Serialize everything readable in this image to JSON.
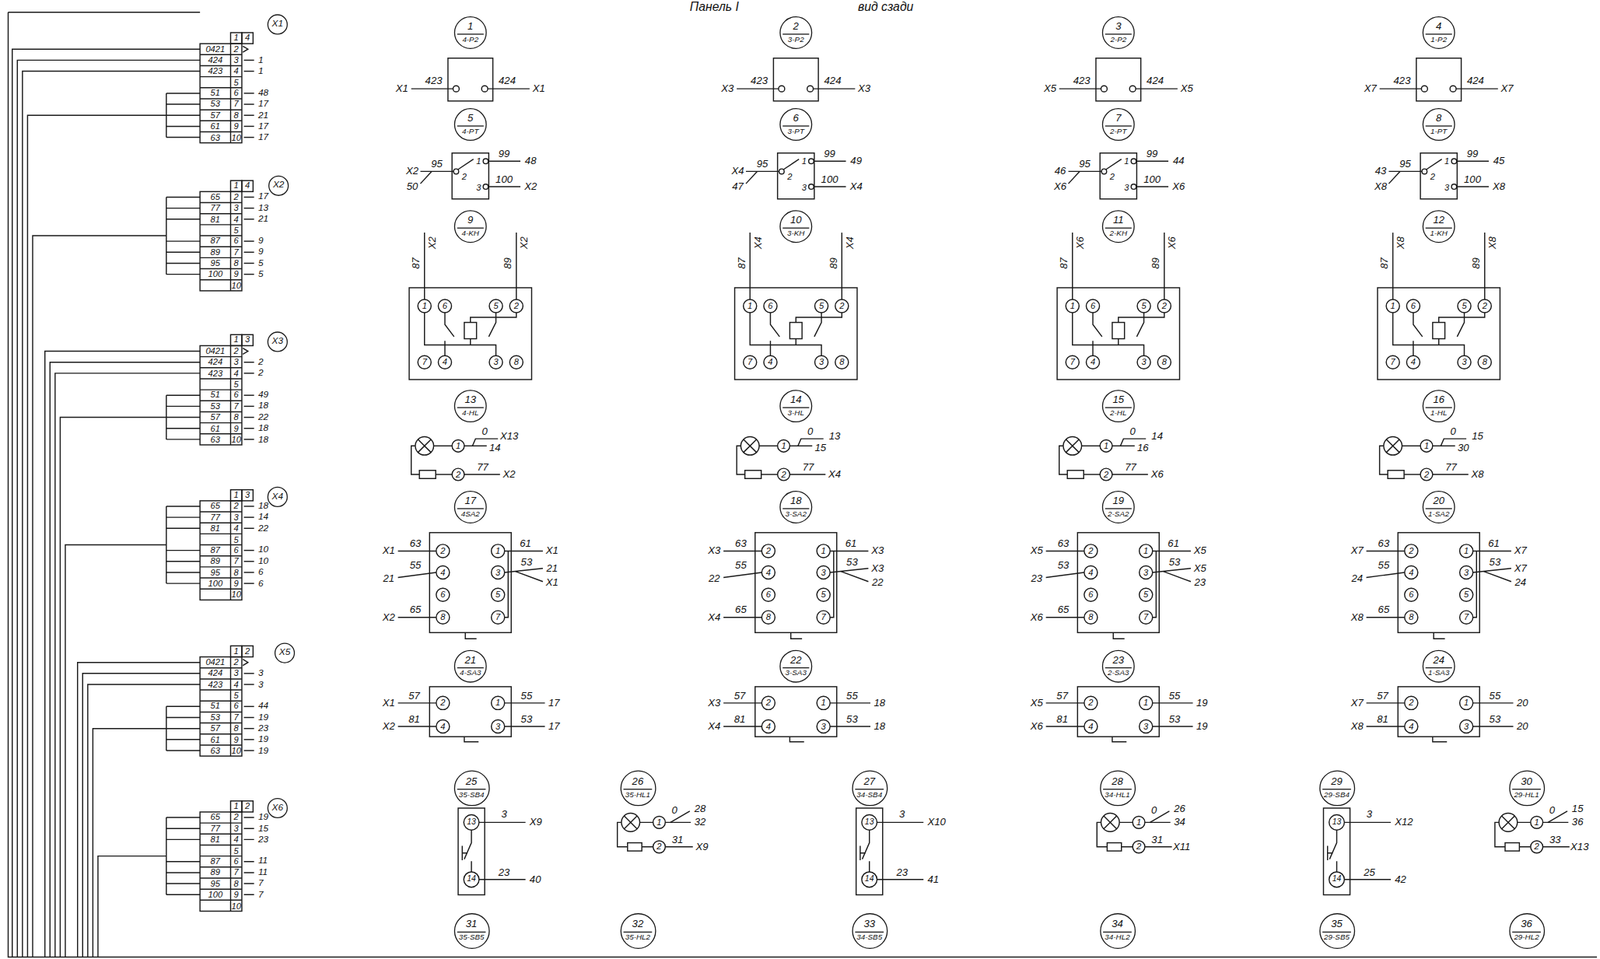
{
  "diagram": {
    "nodes": [
      {
        "text": [
          "X1"
        ]
      },
      {
        "text": [
          "X2"
        ]
      },
      {
        "text": [
          "X3"
        ]
      },
      {
        "text": [
          "X4"
        ]
      },
      {
        "text": [
          "X5"
        ]
      },
      {
        "text": [
          "X6"
        ]
      },
      {
        "text": [
          "1",
          "4-P2"
        ]
      },
      {
        "text": [
          "2",
          "3-P2"
        ]
      },
      {
        "text": [
          "3",
          "2-P2"
        ]
      },
      {
        "text": [
          "4",
          "1-P2"
        ]
      },
      {
        "text": [
          "5",
          "4-PT"
        ]
      },
      {
        "text": [
          "6",
          "3-PT"
        ]
      },
      {
        "text": [
          "7",
          "2-PT"
        ]
      },
      {
        "text": [
          "8",
          "1-PT"
        ]
      },
      {
        "text": [
          "9",
          "4-KH"
        ]
      },
      {
        "text": [
          "10",
          "3-KH"
        ]
      },
      {
        "text": [
          "11",
          "2-KH"
        ]
      },
      {
        "text": [
          "12",
          "1-KH"
        ]
      },
      {
        "text": [
          "13",
          "4-HL"
        ]
      },
      {
        "text": [
          "14",
          "3-HL"
        ]
      },
      {
        "text": [
          "15",
          "2-HL"
        ]
      },
      {
        "text": [
          "16",
          "1-HL"
        ]
      },
      {
        "text": [
          "17",
          "4SA2"
        ]
      },
      {
        "text": [
          "18",
          "3-SA2"
        ]
      },
      {
        "text": [
          "19",
          "2-SA2"
        ]
      },
      {
        "text": [
          "20",
          "1-SA2"
        ]
      },
      {
        "text": [
          "21",
          "4-SA3"
        ]
      },
      {
        "text": [
          "22",
          "3-SA3"
        ]
      },
      {
        "text": [
          "23",
          "2-SA3"
        ]
      },
      {
        "text": [
          "24",
          "1-SA3"
        ]
      },
      {
        "text": [
          "25",
          "35-SB4"
        ]
      },
      {
        "text": [
          "26",
          "35-HL1"
        ]
      },
      {
        "text": [
          "27",
          "34-SB4"
        ]
      },
      {
        "text": [
          "28",
          "34-HL1"
        ]
      },
      {
        "text": [
          "29",
          "29-SB4"
        ]
      },
      {
        "text": [
          "30",
          "29-HL1"
        ]
      },
      {
        "text": [
          "31",
          "35-SB5"
        ]
      },
      {
        "text": [
          "32",
          "35-HL2"
        ]
      },
      {
        "text": [
          "33",
          "34-SB5"
        ]
      },
      {
        "text": [
          "34",
          "34-HL2"
        ]
      },
      {
        "text": [
          "35",
          "29-SB5"
        ]
      },
      {
        "text": [
          "36",
          "29-HL2"
        ]
      }
    ],
    "labels": [
      "Панель I",
      "вид сзади",
      "1",
      "4",
      "0421",
      "2",
      "424",
      "3",
      "1",
      "423",
      "4",
      "1",
      "5",
      "51",
      "6",
      "48",
      "53",
      "7",
      "17",
      "57",
      "8",
      "21",
      "61",
      "9",
      "17",
      "63",
      "10",
      "17",
      "1",
      "4",
      "65",
      "2",
      "17",
      "77",
      "3",
      "13",
      "81",
      "4",
      "21",
      "5",
      "87",
      "6",
      "9",
      "89",
      "7",
      "9",
      "95",
      "8",
      "5",
      "100",
      "9",
      "5",
      "10",
      "1",
      "3",
      "0421",
      "2",
      "424",
      "3",
      "2",
      "423",
      "4",
      "2",
      "5",
      "51",
      "6",
      "49",
      "53",
      "7",
      "18",
      "57",
      "8",
      "22",
      "61",
      "9",
      "18",
      "63",
      "10",
      "18",
      "1",
      "3",
      "65",
      "2",
      "18",
      "77",
      "3",
      "14",
      "81",
      "4",
      "22",
      "5",
      "87",
      "6",
      "10",
      "89",
      "7",
      "10",
      "95",
      "8",
      "6",
      "100",
      "9",
      "6",
      "10",
      "1",
      "2",
      "0421",
      "2",
      "424",
      "3",
      "3",
      "423",
      "4",
      "3",
      "5",
      "51",
      "6",
      "44",
      "53",
      "7",
      "19",
      "57",
      "8",
      "23",
      "61",
      "9",
      "19",
      "63",
      "10",
      "19",
      "1",
      "2",
      "65",
      "2",
      "19",
      "77",
      "3",
      "15",
      "81",
      "4",
      "23",
      "5",
      "87",
      "6",
      "11",
      "89",
      "7",
      "11",
      "95",
      "8",
      "7",
      "100",
      "9",
      "7",
      "10",
      "X1",
      "423",
      "424",
      "X1",
      "X3",
      "423",
      "424",
      "X3",
      "X5",
      "423",
      "424",
      "X5",
      "X7",
      "423",
      "424",
      "X7",
      "X2",
      "95",
      "50",
      "2",
      "1",
      "3",
      "99",
      "48",
      "100",
      "X2",
      "X4",
      "95",
      "47",
      "2",
      "1",
      "3",
      "99",
      "49",
      "100",
      "X4",
      "46",
      "95",
      "X6",
      "2",
      "1",
      "3",
      "99",
      "44",
      "100",
      "X6",
      "43",
      "95",
      "X8",
      "2",
      "1",
      "3",
      "99",
      "45",
      "100",
      "X8",
      "87",
      "X2",
      "89",
      "X2",
      "1",
      "6",
      "5",
      "2",
      "7",
      "4",
      "3",
      "8",
      "87",
      "X4",
      "89",
      "X4",
      "1",
      "6",
      "5",
      "2",
      "7",
      "4",
      "3",
      "8",
      "87",
      "X6",
      "89",
      "X6",
      "1",
      "6",
      "5",
      "2",
      "7",
      "4",
      "3",
      "8",
      "87",
      "X8",
      "89",
      "X8",
      "1",
      "6",
      "5",
      "2",
      "7",
      "4",
      "3",
      "8",
      "1",
      "2",
      "0",
      "X13",
      "14",
      "77",
      "X2",
      "1",
      "2",
      "0",
      "13",
      "15",
      "77",
      "X4",
      "1",
      "2",
      "0",
      "14",
      "16",
      "77",
      "X6",
      "1",
      "2",
      "0",
      "15",
      "30",
      "77",
      "X8",
      "2",
      "4",
      "6",
      "8",
      "1",
      "3",
      "5",
      "7",
      "X1",
      "63",
      "21",
      "55",
      "X2",
      "65",
      "61",
      "X1",
      "53",
      "21",
      "X1",
      "2",
      "4",
      "6",
      "8",
      "1",
      "3",
      "5",
      "7",
      "X3",
      "63",
      "22",
      "55",
      "X4",
      "65",
      "61",
      "X3",
      "53",
      "X3",
      "22",
      "2",
      "4",
      "6",
      "8",
      "1",
      "3",
      "5",
      "7",
      "X5",
      "63",
      "23",
      "53",
      "X6",
      "65",
      "61",
      "X5",
      "53",
      "X5",
      "23",
      "2",
      "4",
      "6",
      "8",
      "1",
      "3",
      "5",
      "7",
      "X7",
      "63",
      "24",
      "55",
      "X8",
      "65",
      "61",
      "X7",
      "53",
      "X7",
      "24",
      "2",
      "4",
      "1",
      "3",
      "X1",
      "57",
      "X2",
      "81",
      "55",
      "17",
      "53",
      "17",
      "2",
      "4",
      "1",
      "3",
      "X3",
      "57",
      "X4",
      "81",
      "55",
      "18",
      "53",
      "18",
      "2",
      "4",
      "1",
      "3",
      "X5",
      "57",
      "X6",
      "81",
      "55",
      "19",
      "53",
      "19",
      "2",
      "4",
      "1",
      "3",
      "X7",
      "57",
      "X8",
      "81",
      "55",
      "20",
      "53",
      "20",
      "13",
      "14",
      "3",
      "X9",
      "23",
      "40",
      "13",
      "14",
      "3",
      "X10",
      "23",
      "41",
      "13",
      "14",
      "3",
      "X12",
      "25",
      "42",
      "1",
      "2",
      "0",
      "28",
      "32",
      "31",
      "X9",
      "1",
      "2",
      "0",
      "26",
      "34",
      "31",
      "X11",
      "1",
      "2",
      "0",
      "15",
      "36",
      "33",
      "X13"
    ]
  }
}
